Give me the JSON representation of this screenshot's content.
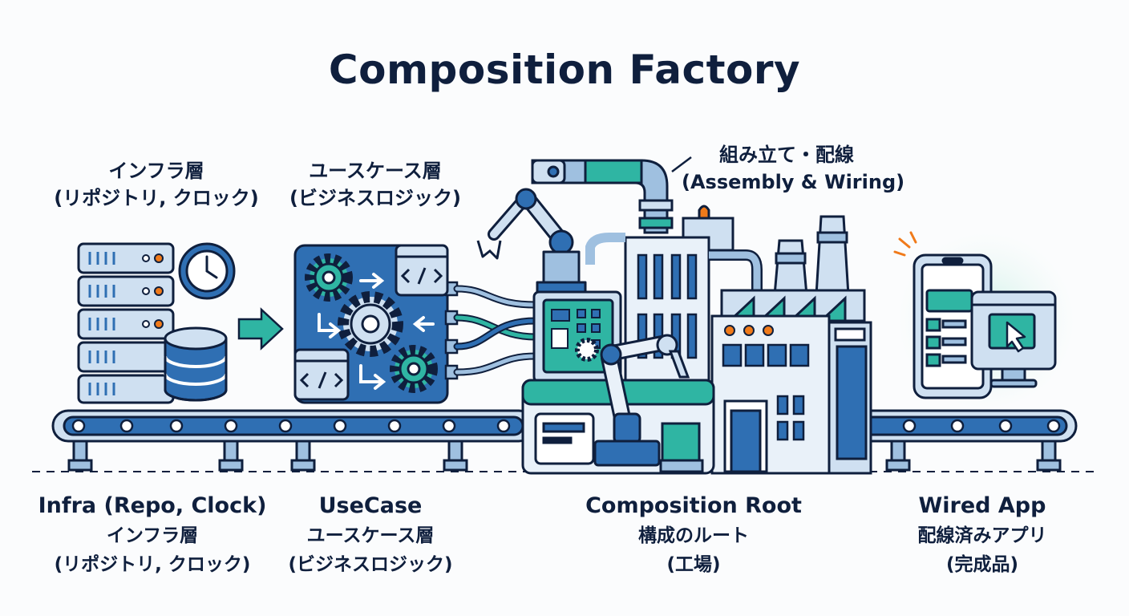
{
  "title": "Composition Factory",
  "top_labels": {
    "infra": {
      "line1": "インフラ層",
      "line2": "(リポジトリ, クロック)"
    },
    "usecase": {
      "line1": "ユースケース層",
      "line2": "(ビジネスロジック)"
    },
    "assembly": {
      "line1": "組み立て・配線",
      "line2": "(Assembly & Wiring)"
    }
  },
  "bottom_labels": {
    "infra": {
      "en": "Infra (Repo, Clock)",
      "ja1": "インフラ層",
      "ja2": "(リポジトリ, クロック)"
    },
    "usecase": {
      "en": "UseCase",
      "ja1": "ユースケース層",
      "ja2": "(ビジネスロジック)"
    },
    "root": {
      "en": "Composition Root",
      "ja1": "構成のルート",
      "ja2": "(工場)"
    },
    "app": {
      "en": "Wired App",
      "ja1": "配線済みアプリ",
      "ja2": "(完成品)"
    }
  },
  "icons": {
    "infra": [
      "server-rack-icon",
      "clock-icon",
      "database-icon"
    ],
    "usecase": [
      "gears-board-icon",
      "code-window-icon"
    ],
    "factory": [
      "robot-arm-icon",
      "factory-building-icon",
      "circuit-board-icon"
    ],
    "app": [
      "smartphone-icon",
      "monitor-icon",
      "cursor-icon"
    ]
  },
  "colors": {
    "navy": "#0f1f3d",
    "blue": "#2f6fb3",
    "light_blue": "#cfe0f1",
    "teal": "#2fb5a3",
    "orange": "#f07a1a"
  }
}
